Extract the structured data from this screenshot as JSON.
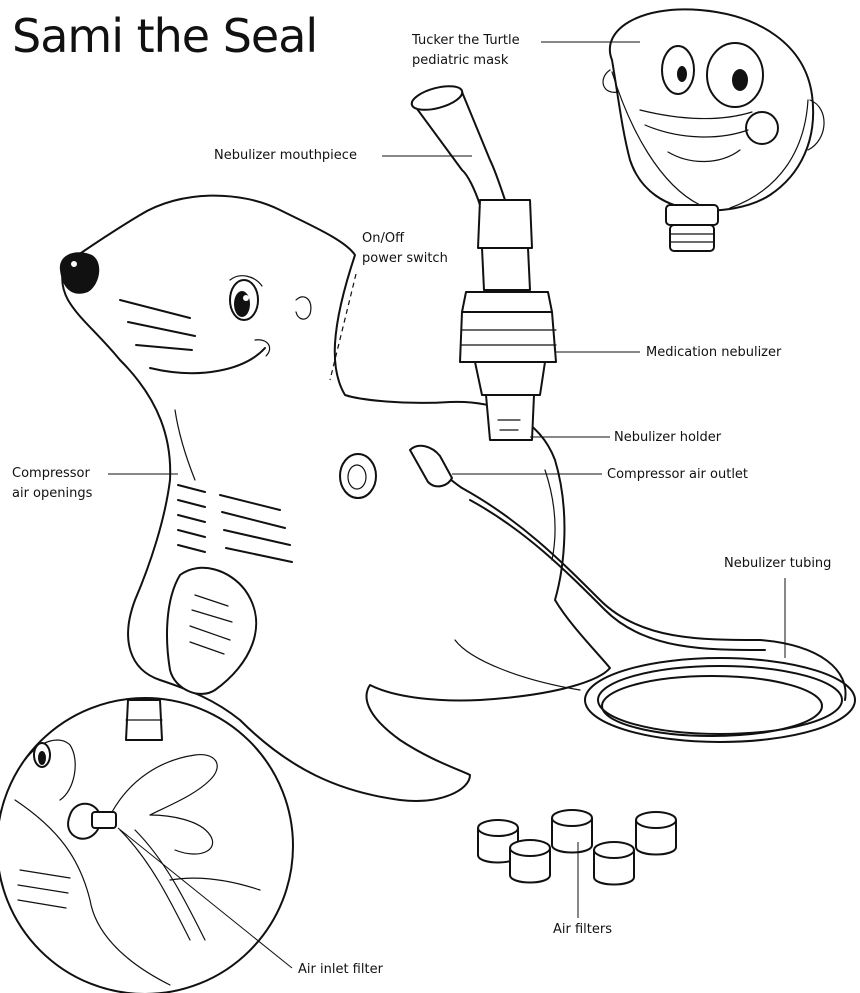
{
  "title": "Sami the Seal",
  "labels": {
    "mask_line1": "Tucker the Turtle",
    "mask_line2": "pediatric mask",
    "mouthpiece": "Nebulizer mouthpiece",
    "switch_line1": "On/Off",
    "switch_line2": "power switch",
    "medication_nebulizer": "Medication nebulizer",
    "nebulizer_holder": "Nebulizer holder",
    "air_outlet": "Compressor air outlet",
    "air_openings_line1": "Compressor",
    "air_openings_line2": "air openings",
    "tubing": "Nebulizer tubing",
    "air_filters": "Air filters",
    "inlet_filter": "Air inlet filter"
  }
}
